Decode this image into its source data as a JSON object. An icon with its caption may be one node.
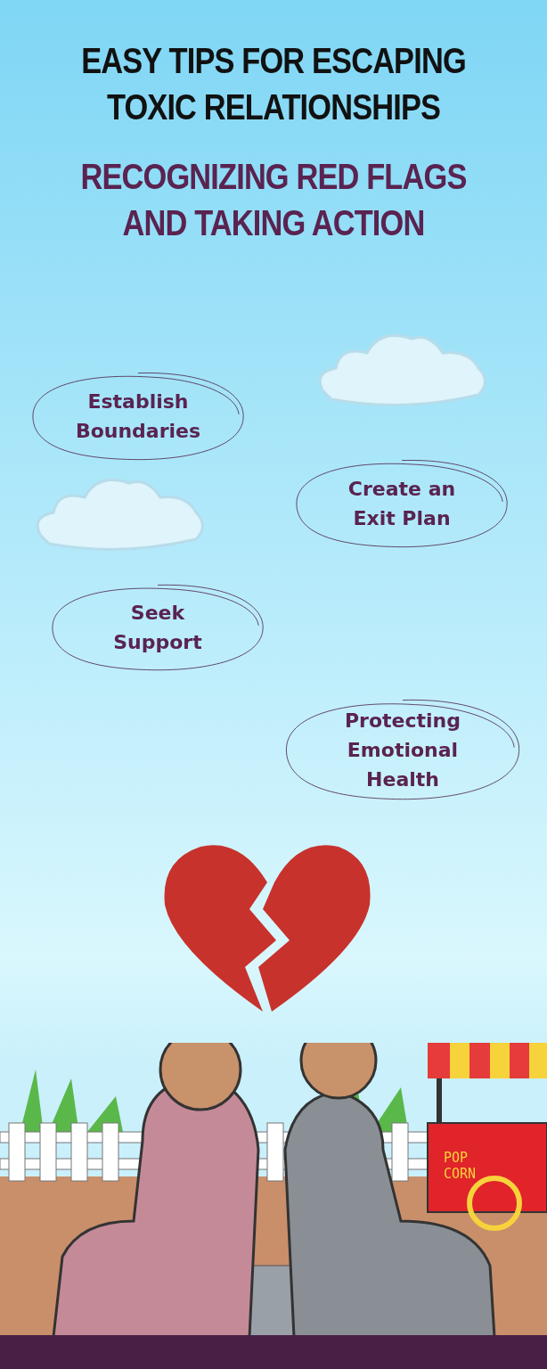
{
  "diagram": {
    "title": "EASY TIPS FOR ESCAPING TOXIC RELATIONSHIPS",
    "nodes": [
      {
        "text": [
          "Establish Boundaries"
        ]
      },
      {
        "text": [
          "Create an Exit Plan"
        ]
      },
      {
        "text": [
          "Seek Support"
        ]
      },
      {
        "text": [
          "Protecting Emotional Health"
        ]
      }
    ],
    "labels": [
      "RECOGNIZING RED FLAGS AND TAKING ACTION",
      "POP CORN"
    ]
  }
}
